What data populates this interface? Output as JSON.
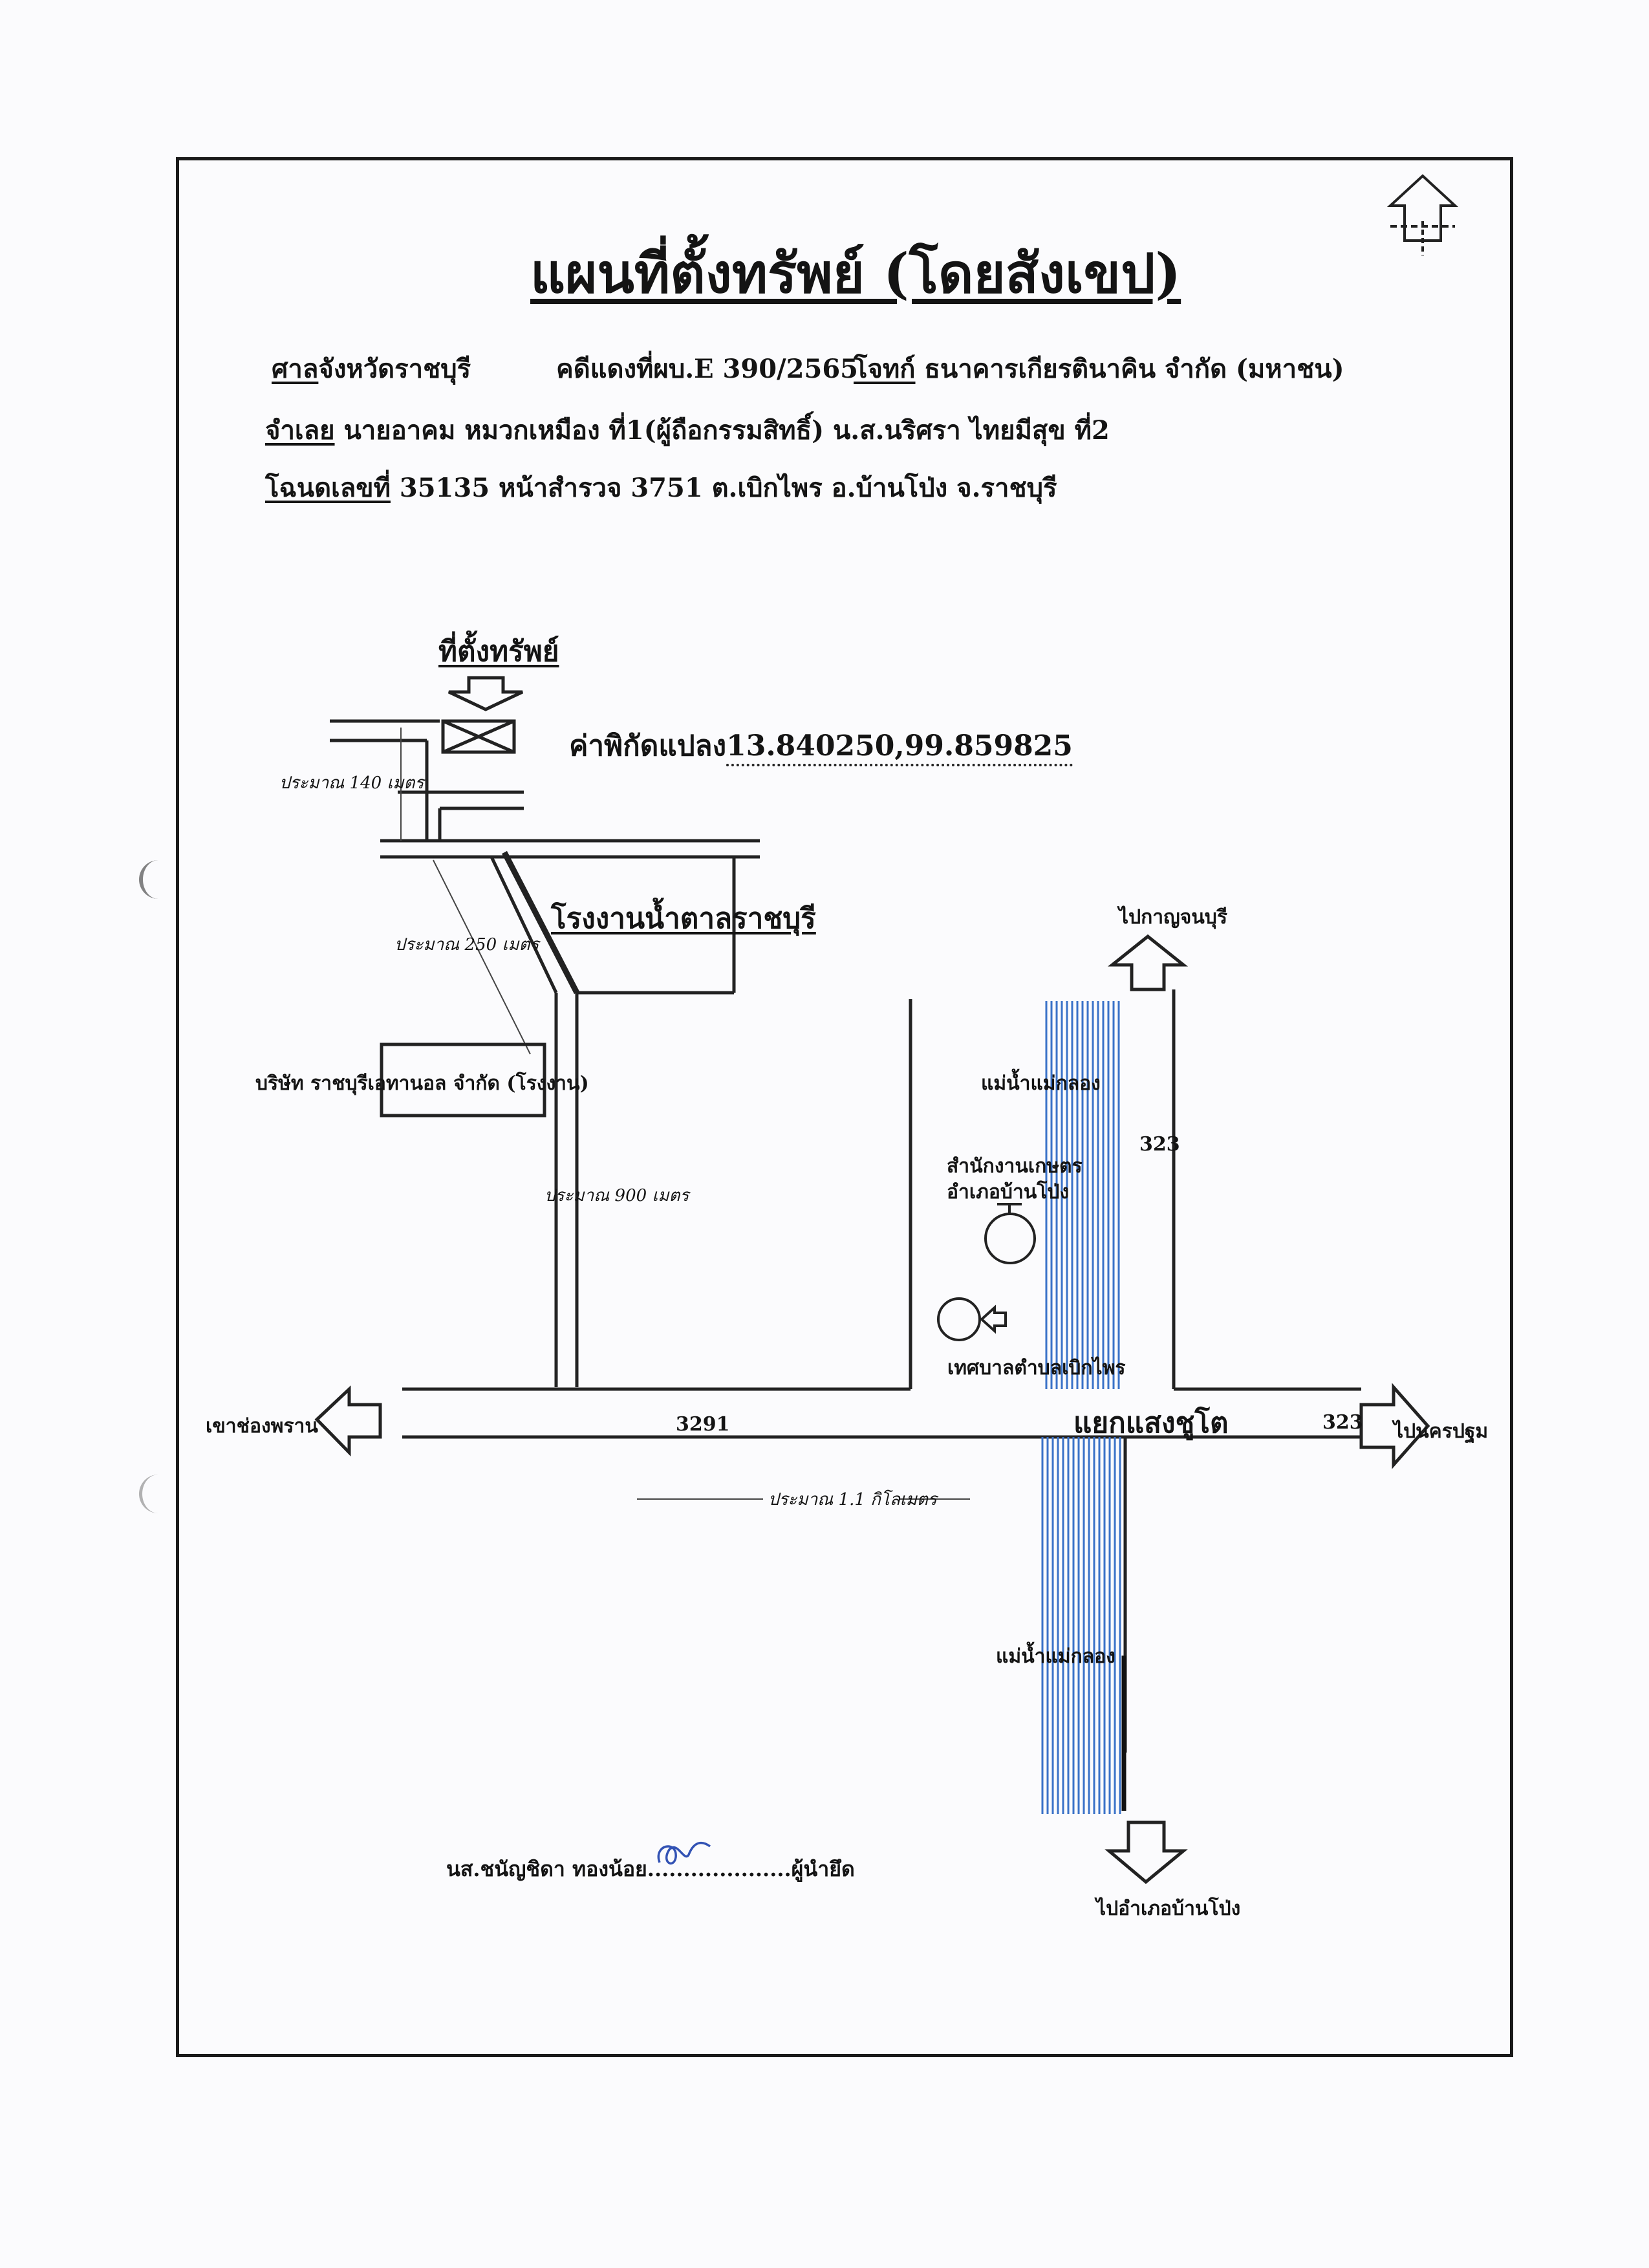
{
  "header": {
    "title": "แผนที่ตั้งทรัพย์ (โดยสังเขป)",
    "court_label": "ศาล",
    "court_value": "จังหวัดราชบุรี",
    "case_no": "คดีแดงที่ผบ.E 390/2565",
    "plaintiff_label": "โจทก์",
    "plaintiff_value": " ธนาคารเกียรตินาคิน จำกัด (มหาชน)",
    "defendant_label": "จำเลย",
    "defendant_value": " นายอาคม  หมวกเหมือง ที่1(ผู้ถือกรรมสิทธิ์) น.ส.นริศรา  ไทยมีสุข ที่2",
    "deed_label": "โฉนดเลขที่",
    "deed_value": " 35135 หน้าสำรวจ 3751  ต.เบิกไพร อ.บ้านโป่ง จ.ราชบุรี"
  },
  "map": {
    "property_label": "ที่ตั้งทรัพย์",
    "coord_label": "ค่าพิกัดแปลง",
    "coord_value": "13.840250,99.859825",
    "dist_140": "ประมาณ 140 เมตร",
    "sugar_factory": "โรงงานน้ำตาลราชบุรี",
    "dist_250": "ประมาณ 250 เมตร",
    "company": "บริษัท ราชบุรีเอทานอล จำกัด (โรงงาน)",
    "dist_900": "ประมาณ 900 เมตร",
    "to_kanchanaburi": "ไปกาญจนบุรี",
    "river_top": "แม่น้ำแม่กลอง",
    "road_323_top": "323",
    "agri_office_1": "สำนักงานเกษตร",
    "agri_office_2": "อำเภอบ้านโป่ง",
    "municipality": "เทศบาลตำบลเบิกไพร",
    "to_khaochongpran": "เขาช่องพราน",
    "road_3291": "3291",
    "junction": "แยกแสงชูโต",
    "road_323_right": "323",
    "to_nakhonpathom": "ไปนครปฐม",
    "dist_1_1km": "ประมาณ 1.1 กิโลเมตร",
    "river_bottom": "แม่น้ำแม่กลอง",
    "to_banpong": "ไปอำเภอบ้านโป่ง"
  },
  "footer": {
    "signer_name": "นส.ชนัญชิดา  ทองน้อย",
    "dots": "....................",
    "signer_role": "ผู้นำยึด"
  }
}
